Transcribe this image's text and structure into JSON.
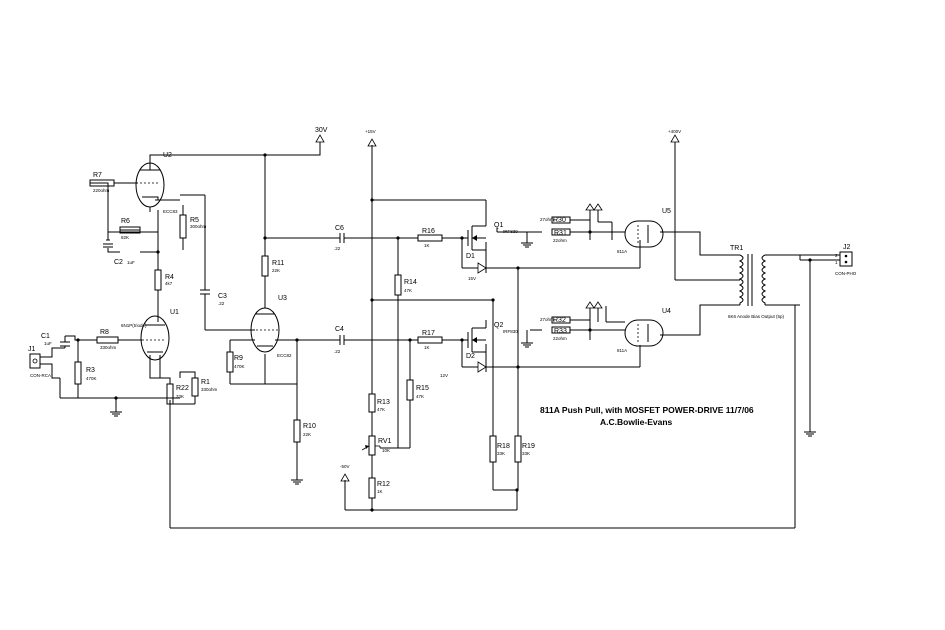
{
  "title": {
    "line1": "811A Push Pull, with MOSFET POWER-DRIVE 11/7/06",
    "line2": "A.C.Bowlie-Evans"
  },
  "rails": {
    "plus30": "30V",
    "plus15": "+15V",
    "plus400": "+400V",
    "minus50": "-50V",
    "v12": "12V"
  },
  "tubes": {
    "U1": {
      "ref": "U1",
      "value": "6N1P(triode)"
    },
    "U2": {
      "ref": "U2",
      "value": "ECC83"
    },
    "U3": {
      "ref": "U3",
      "value": "ECC82"
    },
    "U4": {
      "ref": "U4",
      "value": "811A"
    },
    "U5": {
      "ref": "U5",
      "value": "811A"
    }
  },
  "mosfets": {
    "Q1": {
      "ref": "Q1",
      "value": "IRF830"
    },
    "Q2": {
      "ref": "Q2",
      "value": "IRF830"
    }
  },
  "diodes": {
    "D1": {
      "ref": "D1",
      "value": "15V"
    },
    "D2": {
      "ref": "D2",
      "value": ""
    }
  },
  "transformer": {
    "ref": "TR1",
    "value": "6K6 Anode Bias Output (5p)"
  },
  "connectors": {
    "J1": {
      "ref": "J1",
      "value": "CON-RCA"
    },
    "J2": {
      "ref": "J2",
      "value": "CON-PHO",
      "pin1": "1",
      "pin2": "2"
    }
  },
  "resistors": {
    "R1": {
      "ref": "R1",
      "value": "330ohm"
    },
    "R3": {
      "ref": "R3",
      "value": "470K"
    },
    "R4": {
      "ref": "R4",
      "value": "4k7"
    },
    "R5": {
      "ref": "R5",
      "value": "300ohm"
    },
    "R6": {
      "ref": "R6",
      "value": "82K"
    },
    "R7": {
      "ref": "R7",
      "value": "220ohm"
    },
    "R8": {
      "ref": "R8",
      "value": "330ohm"
    },
    "R9": {
      "ref": "R9",
      "value": "470K"
    },
    "R10": {
      "ref": "R10",
      "value": "22K"
    },
    "R11": {
      "ref": "R11",
      "value": "22K"
    },
    "R12": {
      "ref": "R12",
      "value": "1K"
    },
    "R13": {
      "ref": "R13",
      "value": "47K"
    },
    "R14": {
      "ref": "R14",
      "value": "47K"
    },
    "R15": {
      "ref": "R15",
      "value": "47K"
    },
    "R16": {
      "ref": "R16",
      "value": "1K"
    },
    "R17": {
      "ref": "R17",
      "value": "1K"
    },
    "R18": {
      "ref": "R18",
      "value": "33K"
    },
    "R19": {
      "ref": "R19",
      "value": "33K"
    },
    "R22": {
      "ref": "R22",
      "value": "33K"
    },
    "R30": {
      "ref": "R30",
      "value": "27ohm"
    },
    "R31": {
      "ref": "R31",
      "value": "22ohm"
    },
    "R32": {
      "ref": "R32",
      "value": "27ohm"
    },
    "R33": {
      "ref": "R33",
      "value": "22ohm"
    }
  },
  "pot": {
    "ref": "RV1",
    "value": "10K"
  },
  "capacitors": {
    "C1": {
      "ref": "C1",
      "value": "1uF"
    },
    "C2": {
      "ref": "C2",
      "value": "1uF"
    },
    "C3": {
      "ref": "C3",
      "value": ".22"
    },
    "C4": {
      "ref": "C4",
      "value": ".22"
    },
    "C6": {
      "ref": "C6",
      "value": ".22"
    }
  }
}
